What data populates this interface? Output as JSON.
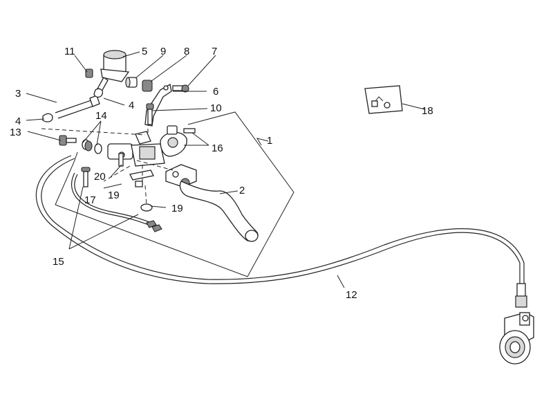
{
  "diagram": {
    "labels": [
      "1",
      "2",
      "3",
      "4",
      "4",
      "5",
      "6",
      "7",
      "8",
      "9",
      "10",
      "11",
      "12",
      "13",
      "14",
      "15",
      "16",
      "17",
      "18",
      "19",
      "19",
      "20"
    ]
  },
  "colors": {
    "line": "#222222",
    "fill": "#ffffff",
    "shade": "#d9d9d9",
    "dark": "#888888"
  }
}
